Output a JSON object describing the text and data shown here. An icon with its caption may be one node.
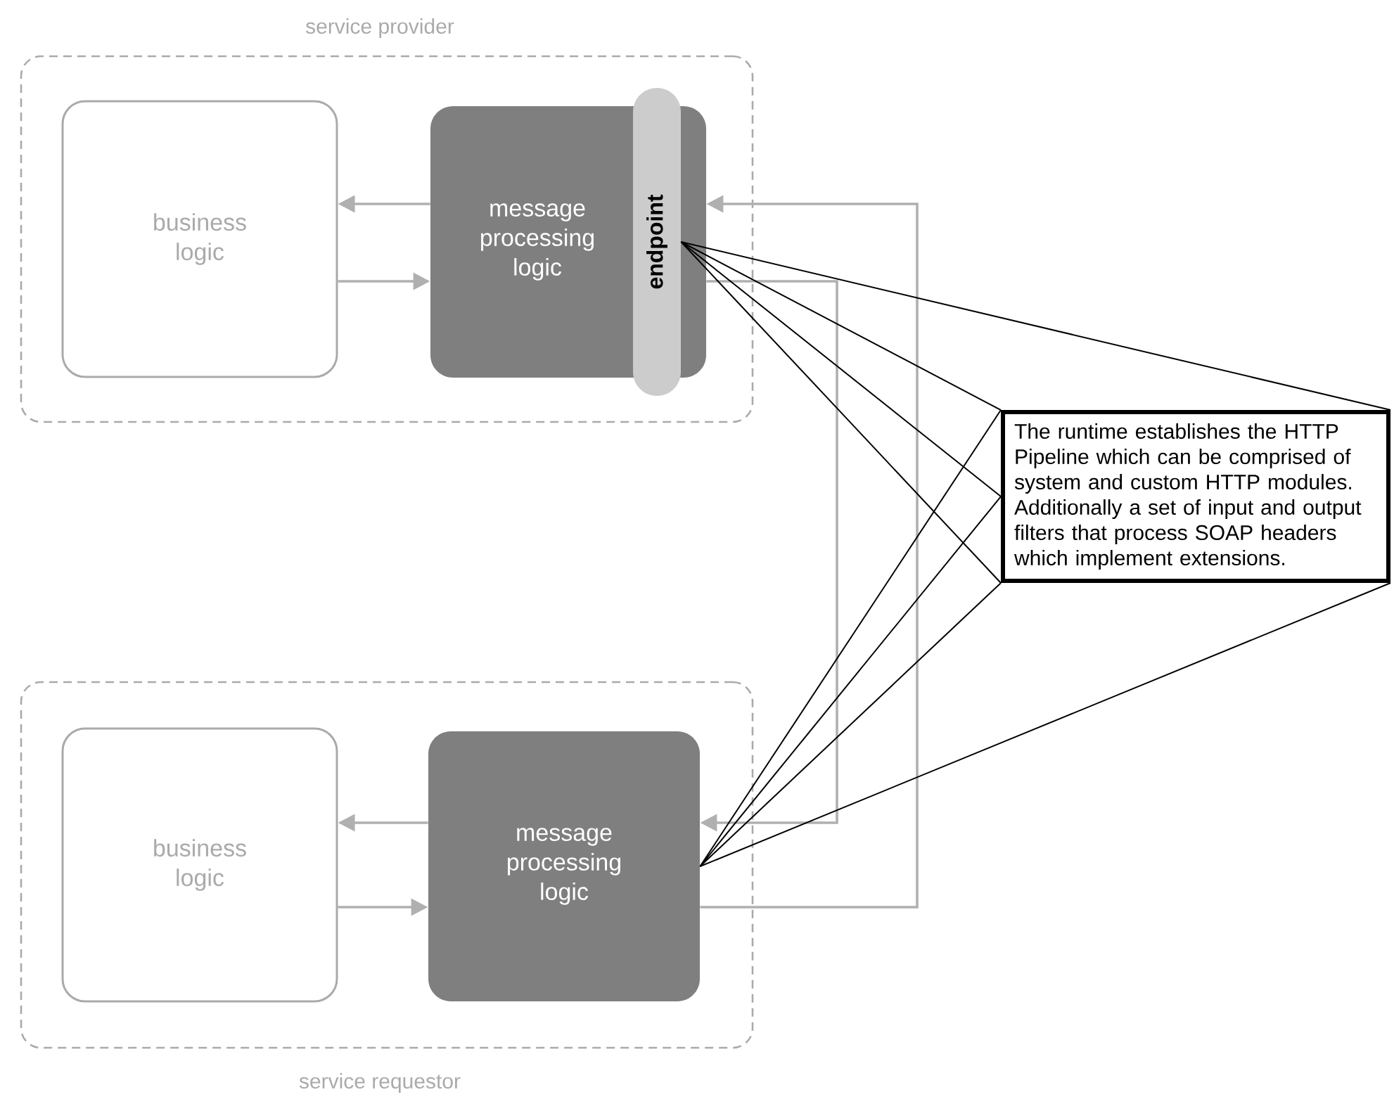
{
  "diagram": {
    "nodes": [
      {
        "text": [
          "service provider"
        ]
      },
      {
        "text": [
          "business logic"
        ],
        "in": 0
      },
      {
        "text": [
          "message processing logic"
        ],
        "in": 0
      },
      {
        "text": [
          "endpoint"
        ],
        "in": 0
      },
      {
        "text": [
          "The runtime establishes the HTTP Pipeline which can be comprised of system and custom HTTP modules. Additionally a set of input and output filters that process SOAP headers which implement extensions."
        ]
      },
      {
        "text": [
          "service requestor"
        ]
      },
      {
        "text": [
          "business logic"
        ],
        "in": 5
      },
      {
        "text": [
          "message processing logic"
        ],
        "in": 5
      }
    ],
    "edges": [
      {
        "from": 2,
        "to": 1,
        "arrow": "to",
        "color": "#b0b0b0"
      },
      {
        "from": 1,
        "to": 2,
        "arrow": "to",
        "color": "#b0b0b0"
      },
      {
        "from": 7,
        "to": 2,
        "arrow": "to",
        "color": "#b0b0b0"
      },
      {
        "from": 2,
        "to": 7,
        "arrow": "to",
        "color": "#b0b0b0"
      },
      {
        "from": 7,
        "to": 6,
        "arrow": "to",
        "color": "#b0b0b0"
      },
      {
        "from": 6,
        "to": 7,
        "arrow": "to",
        "color": "#b0b0b0"
      },
      {
        "from": 4,
        "to": 3,
        "arrow": "none"
      },
      {
        "from": 4,
        "to": 3,
        "arrow": "none"
      },
      {
        "from": 4,
        "to": 3,
        "arrow": "none"
      },
      {
        "from": 4,
        "to": 3,
        "arrow": "none"
      },
      {
        "from": 4,
        "to": 7,
        "arrow": "none"
      },
      {
        "from": 4,
        "to": 7,
        "arrow": "none"
      },
      {
        "from": 4,
        "to": 7,
        "arrow": "none"
      },
      {
        "from": 4,
        "to": 7,
        "arrow": "none"
      }
    ]
  }
}
